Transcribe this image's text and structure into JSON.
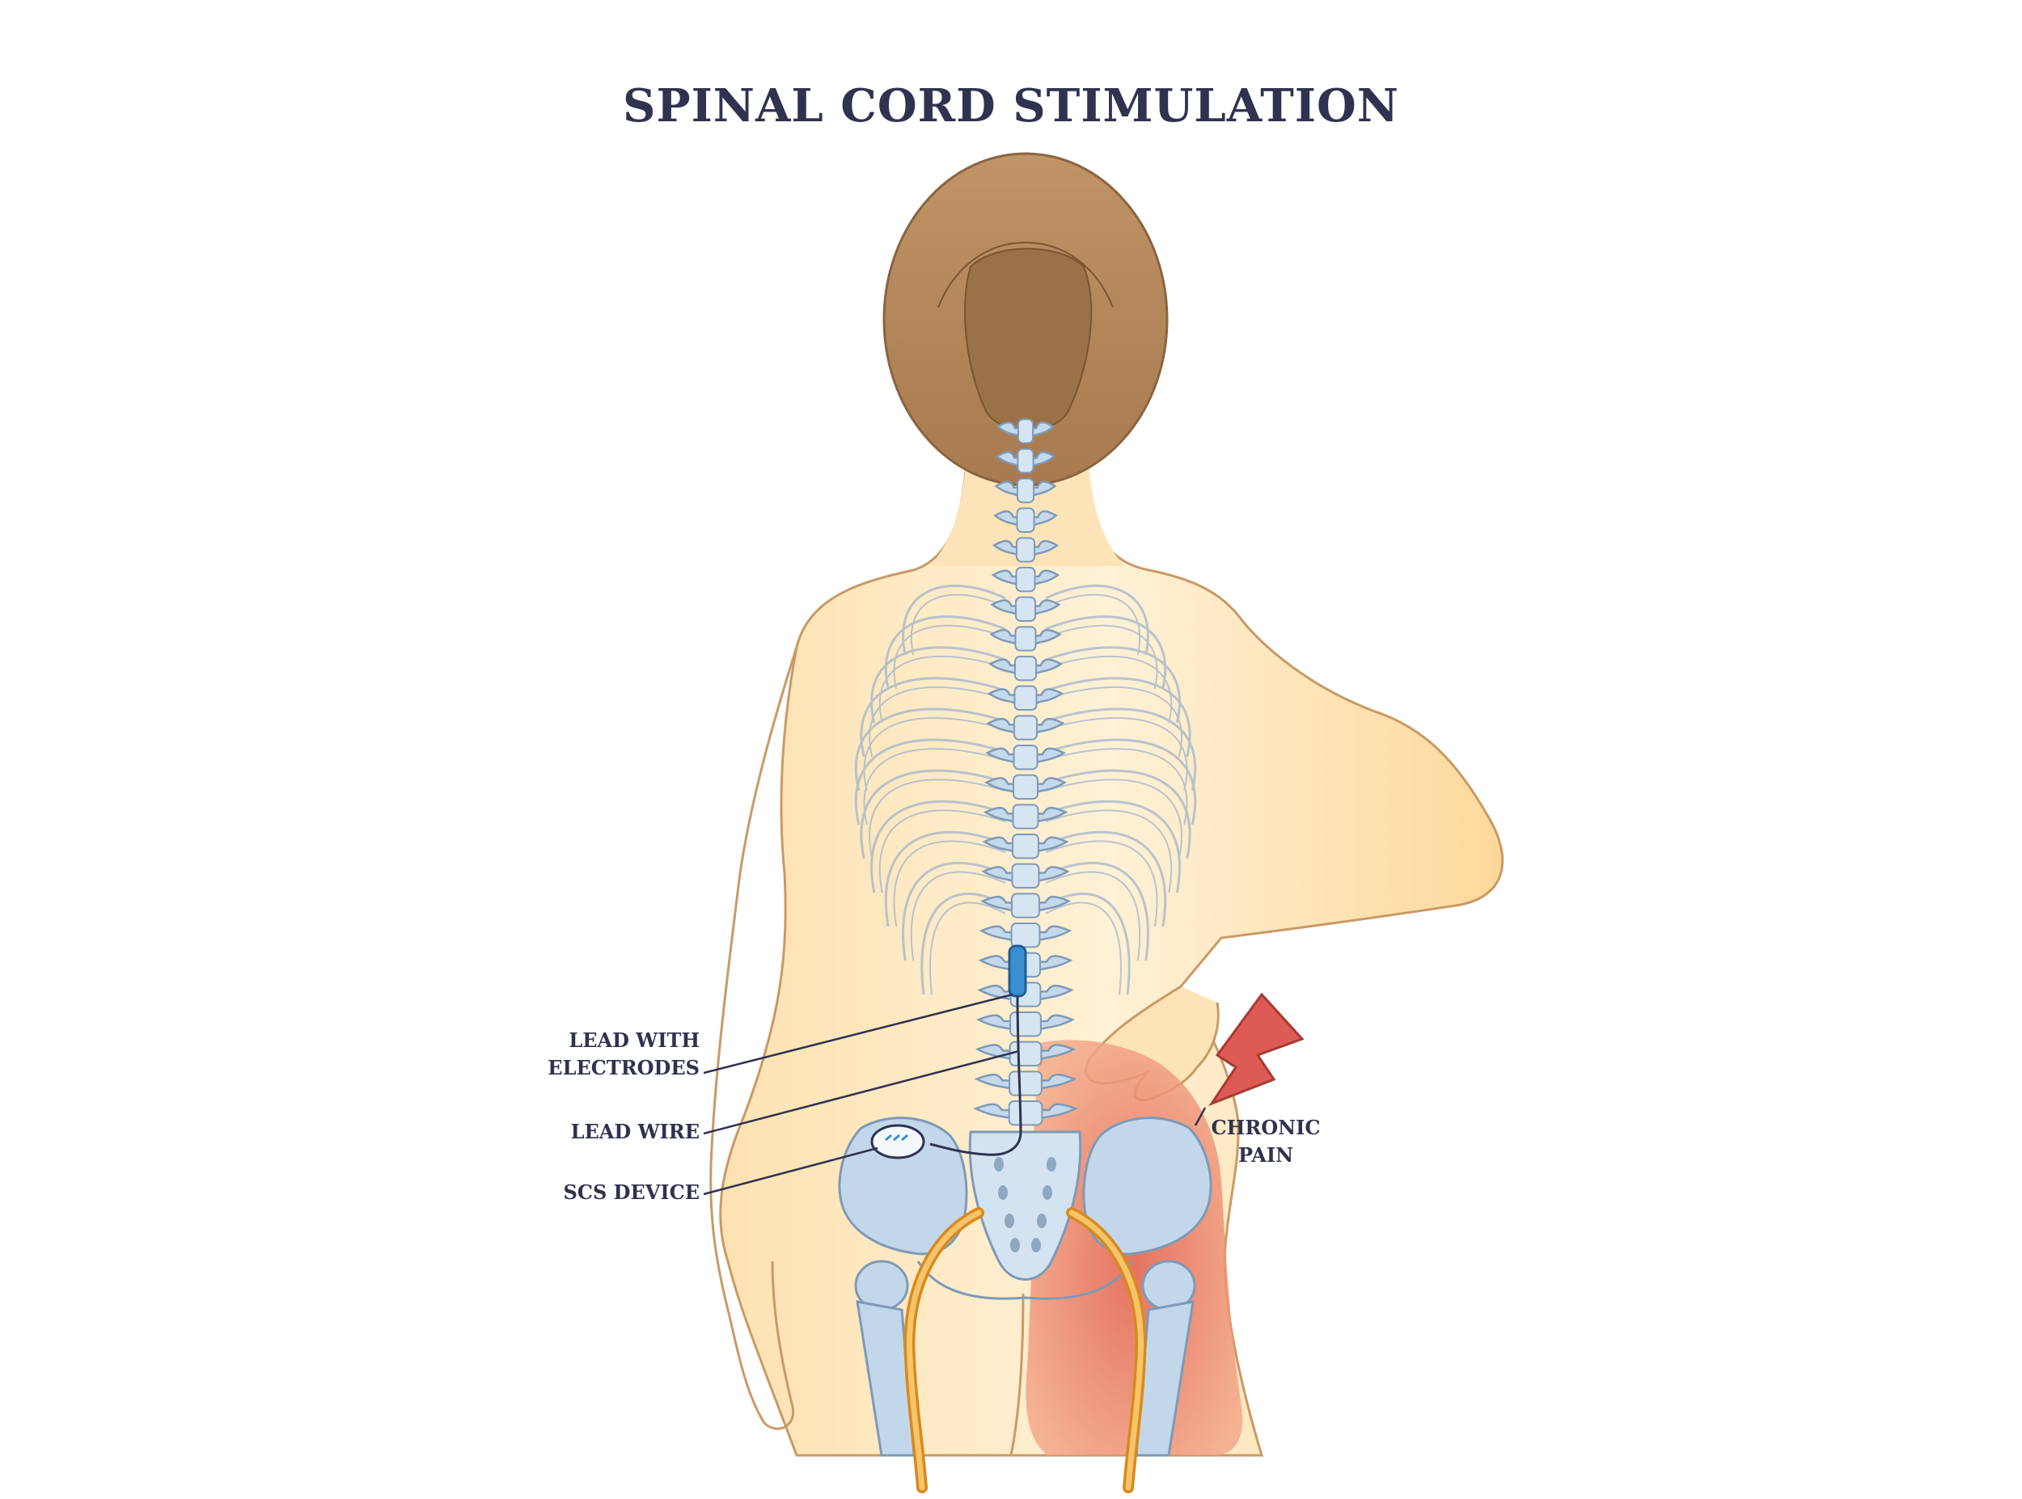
{
  "title": "SPINAL CORD STIMULATION",
  "labels": {
    "lead_with_electrodes": [
      "LEAD WITH",
      "ELECTRODES"
    ],
    "lead_wire": "LEAD WIRE",
    "scs_device": "SCS DEVICE",
    "chronic_pain": [
      "CHRONIC",
      "PAIN"
    ]
  },
  "colors": {
    "skin": "#fdd99d",
    "skin_outline": "#d9a872",
    "hair": "#b78a5c",
    "hair_dark": "#8d6542",
    "bone": "#c5d9ec",
    "bone_outline": "#7d9ab8",
    "nerve": "#f2a93c",
    "pain": "#dd6a59",
    "electrode": "#3b8fd1",
    "text": "#2f3350"
  }
}
